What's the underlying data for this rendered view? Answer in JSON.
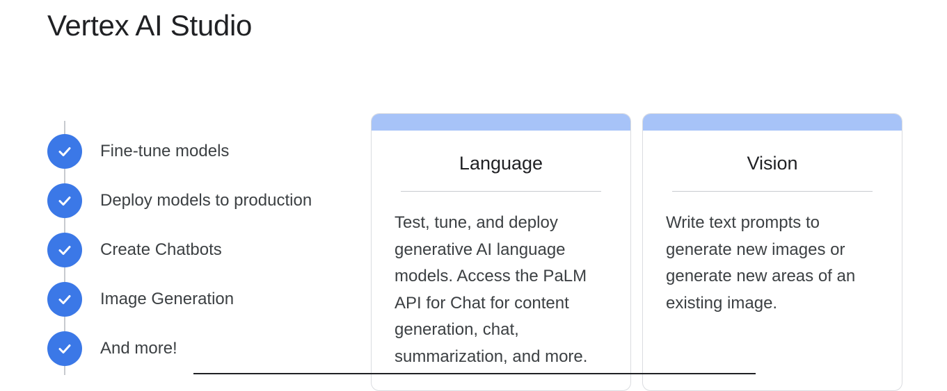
{
  "page": {
    "title": "Vertex AI Studio"
  },
  "features": [
    {
      "label": "Fine-tune models",
      "icon": "check-icon"
    },
    {
      "label": "Deploy models to production",
      "icon": "check-icon"
    },
    {
      "label": "Create Chatbots",
      "icon": "check-icon"
    },
    {
      "label": "Image Generation",
      "icon": "check-icon"
    },
    {
      "label": "And more!",
      "icon": "check-icon"
    }
  ],
  "cards": [
    {
      "title": "Language",
      "body": "Test, tune, and deploy generative AI language models. Access the PaLM API for Chat for content generation, chat, summarization, and more."
    },
    {
      "title": "Vision",
      "body": "Write text prompts to generate new images or generate new areas of an existing image."
    }
  ],
  "colors": {
    "accent_blue": "#3b78e7",
    "card_header": "#a7c3f8",
    "text_primary": "#202124",
    "text_secondary": "#3c4043"
  }
}
